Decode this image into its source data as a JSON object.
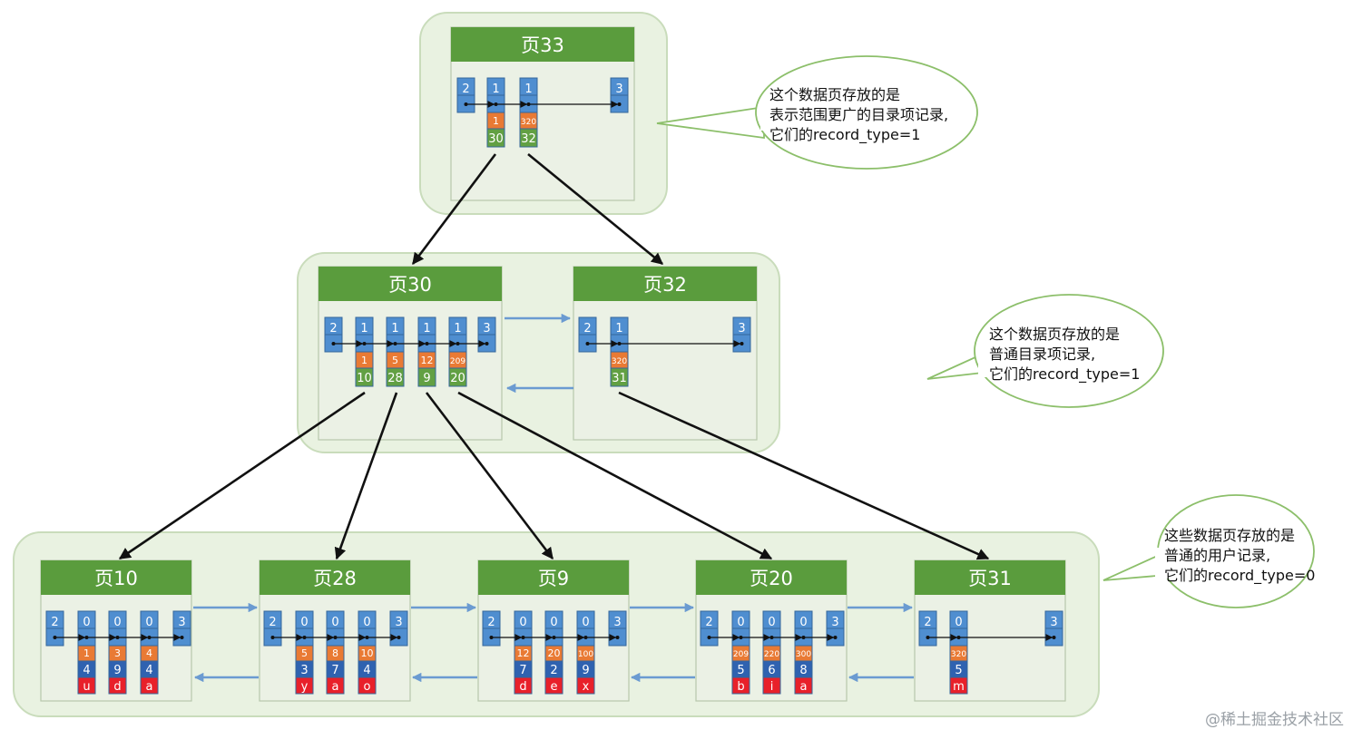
{
  "pages": [
    {
      "id": "p33",
      "title": "页33",
      "left": {
        "value": "2"
      },
      "right": {
        "value": "3"
      },
      "records": [
        {
          "type": "1",
          "key": "1",
          "page": "30"
        },
        {
          "type": "1",
          "key": "320",
          "page": "32"
        }
      ]
    },
    {
      "id": "p30",
      "title": "页30",
      "left": {
        "value": "2"
      },
      "right": {
        "value": "3"
      },
      "records": [
        {
          "type": "1",
          "key": "1",
          "page": "10"
        },
        {
          "type": "1",
          "key": "5",
          "page": "28"
        },
        {
          "type": "1",
          "key": "12",
          "page": "9"
        },
        {
          "type": "1",
          "key": "209",
          "page": "20"
        }
      ]
    },
    {
      "id": "p32",
      "title": "页32",
      "left": {
        "value": "2"
      },
      "right": {
        "value": "3"
      },
      "records": [
        {
          "type": "1",
          "key": "320",
          "page": "31"
        }
      ]
    },
    {
      "id": "p10",
      "title": "页10",
      "left": {
        "value": "2"
      },
      "right": {
        "value": "3"
      },
      "records": [
        {
          "type": "0",
          "key": "1",
          "c2": "4",
          "c3": "u"
        },
        {
          "type": "0",
          "key": "3",
          "c2": "9",
          "c3": "d"
        },
        {
          "type": "0",
          "key": "4",
          "c2": "4",
          "c3": "a"
        }
      ]
    },
    {
      "id": "p28",
      "title": "页28",
      "left": {
        "value": "2"
      },
      "right": {
        "value": "3"
      },
      "records": [
        {
          "type": "0",
          "key": "5",
          "c2": "3",
          "c3": "y"
        },
        {
          "type": "0",
          "key": "8",
          "c2": "7",
          "c3": "a"
        },
        {
          "type": "0",
          "key": "10",
          "c2": "4",
          "c3": "o"
        }
      ]
    },
    {
      "id": "p9",
      "title": "页9",
      "left": {
        "value": "2"
      },
      "right": {
        "value": "3"
      },
      "records": [
        {
          "type": "0",
          "key": "12",
          "c2": "7",
          "c3": "d"
        },
        {
          "type": "0",
          "key": "20",
          "c2": "2",
          "c3": "e"
        },
        {
          "type": "0",
          "key": "100",
          "c2": "9",
          "c3": "x"
        }
      ]
    },
    {
      "id": "p20",
      "title": "页20",
      "left": {
        "value": "2"
      },
      "right": {
        "value": "3"
      },
      "records": [
        {
          "type": "0",
          "key": "209",
          "c2": "5",
          "c3": "b"
        },
        {
          "type": "0",
          "key": "220",
          "c2": "6",
          "c3": "i"
        },
        {
          "type": "0",
          "key": "300",
          "c2": "8",
          "c3": "a"
        }
      ]
    },
    {
      "id": "p31",
      "title": "页31",
      "left": {
        "value": "2"
      },
      "right": {
        "value": "3"
      },
      "records": [
        {
          "type": "0",
          "key": "320",
          "c2": "5",
          "c3": "m"
        }
      ]
    }
  ],
  "notes": [
    {
      "id": "n1",
      "lines": [
        "这个数据页存放的是",
        "表示范围更广的目录项记录,",
        "它们的record_type=1"
      ]
    },
    {
      "id": "n2",
      "lines": [
        "这个数据页存放的是",
        "普通目录项记录,",
        "它们的record_type=1"
      ]
    },
    {
      "id": "n3",
      "lines": [
        "这些数据页存放的是",
        "普通的用户记录,",
        "它们的record_type=0"
      ]
    }
  ],
  "watermark": "@稀土掘金技术社区",
  "colors": {
    "header": "#5a9c3d",
    "record_type": "#4f8ed0",
    "key": "#e97a34",
    "page_no": "#62a043",
    "col2": "#2f62b0",
    "col3": "#e8202a",
    "tree_arrow": "#111111",
    "sibling_arrow": "#6b9bd1"
  }
}
